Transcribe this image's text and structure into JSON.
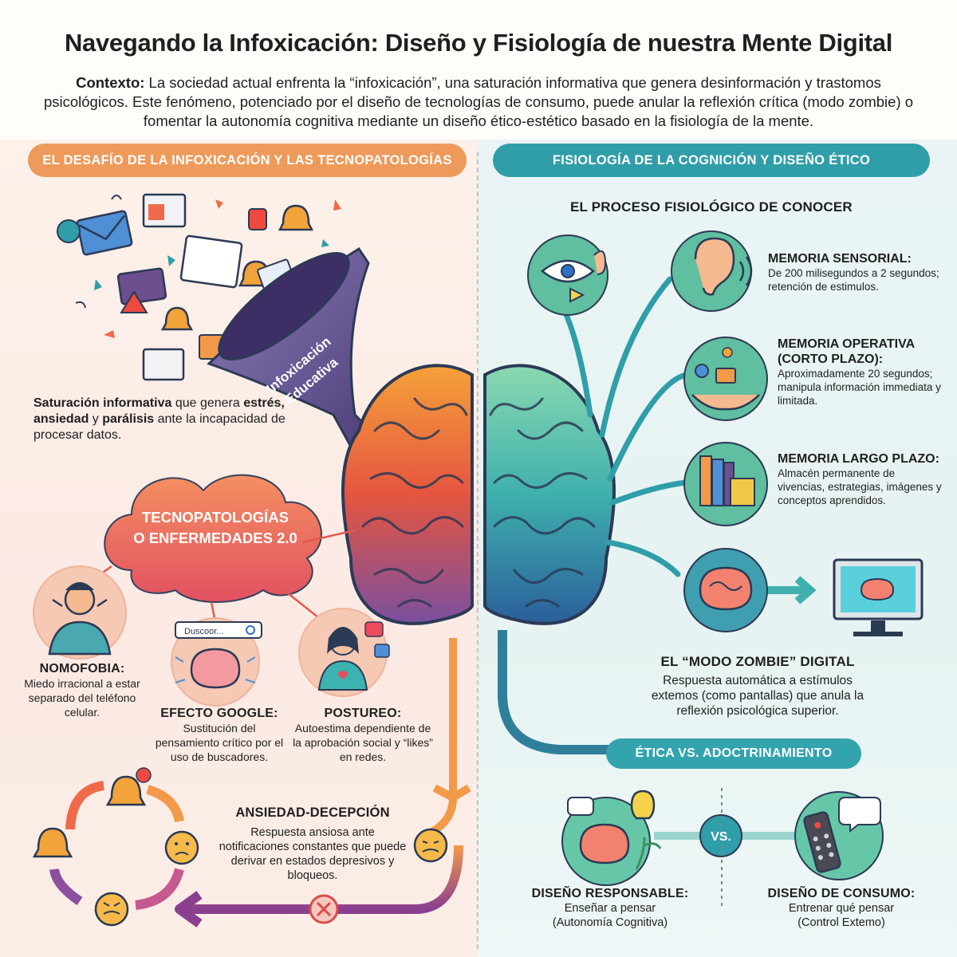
{
  "title": "Navegando la Infoxicación: Diseño y Fisiología de nuestra Mente Digital",
  "context": {
    "label": "Contexto:",
    "text": " La sociedad actual enfrenta la “infoxicación”, una saturación informativa que genera desinformación y trastomos psicológicos. Este fenómeno, potenciado por el diseño de tecnologías de consumo, puede anular la reflexión crítica (modo zombie) o fomentar la autonomía cognitiva mediante un diseño ético-estético basado en la fisiología de la mente."
  },
  "left": {
    "header": "El desafío de la infoxicación y las tecnopatologías",
    "funnel_label_1": "Infoxicación",
    "funnel_label_2": "Educativa",
    "saturation": {
      "b1": "Saturación informativa",
      "t1": " que genera ",
      "b2": "estrés, ansiedad",
      "t2": " y ",
      "b3": "parálisis",
      "t3": " ante la incapacidad de procesar datos."
    },
    "cloud_line1": "Tecnopatologías",
    "cloud_line2": "o enfermedades 2.0",
    "nomofobia": {
      "title": "Nomofobia:",
      "text": "Miedo irracional a estar separado del teléfono celular."
    },
    "google": {
      "title": "Efecto Google:",
      "text": "Sustitución del pensamiento crítico por el uso de buscadores.",
      "search": "Duscoor..."
    },
    "postureo": {
      "title": "Postureo:",
      "text": "Autoestima dependiente de la aprobación social y “likes” en redes."
    },
    "ansiedad": {
      "title": "Ansiedad-decepción",
      "text": "Respuesta ansiosa ante notificaciones constantes que puede derivar en estados depresivos y bloqueos."
    }
  },
  "right": {
    "header": "Fisiología de la cognición y diseño ético",
    "process_title": "El proceso fisiológico de conocer",
    "sensorial": {
      "title": "Memoria Sensorial:",
      "text": "De 200 milisegundos a 2 segundos; retención de estimulos."
    },
    "operativa": {
      "title": "Memoria Operativa (Corto Plazo):",
      "text": "Aproximadamente 20 segundos; manipula información immediata y limitada."
    },
    "largo": {
      "title": "Memoria Largo Plazo:",
      "text": "Almacén permanente de vivencias, estrategias, imágenes y conceptos aprendidos."
    },
    "zombie": {
      "title": "El “Modo Zombie” Digital",
      "text": "Respuesta automática a estímulos extemos (como pantallas) que anula la reflexión psicológica superior."
    },
    "etica_pill": "Ética vs. Adoctrinamiento",
    "vs": "VS.",
    "responsable": {
      "title": "Diseño Responsable:",
      "text": "Enseñar a pensar (Autonomía Cognitiva)"
    },
    "consumo": {
      "title": "Diseño de Consumo:",
      "text": "Entrenar qué pensar (Control Extemo)"
    }
  },
  "colors": {
    "orange": "#ee9a5a",
    "teal": "#2f9ea9",
    "coral": "#ef6a4a",
    "purple": "#6c4f8f",
    "mint": "#66c7a8"
  }
}
